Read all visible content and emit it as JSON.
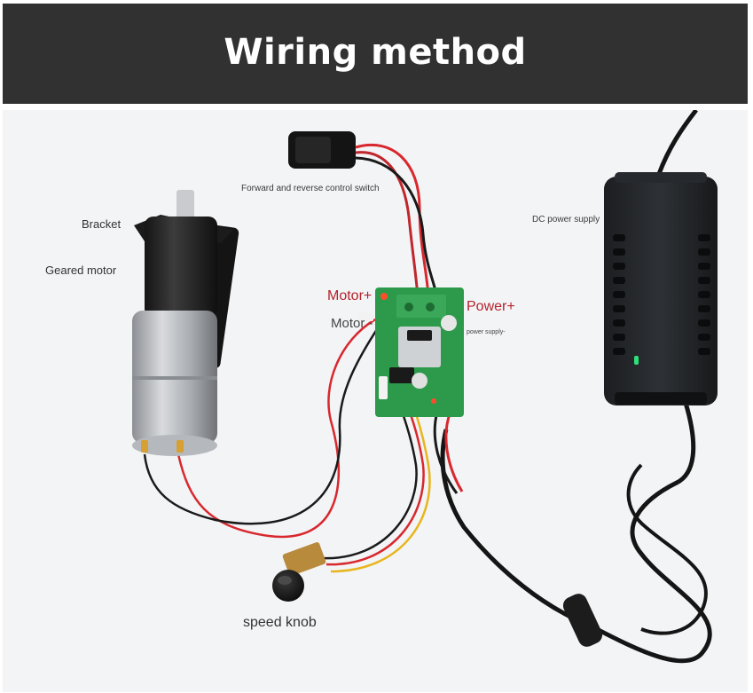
{
  "banner": {
    "title": "Wiring method"
  },
  "labels": {
    "switch": "Forward and reverse control switch",
    "bracket": "Bracket",
    "geared_motor": "Geared motor",
    "dc_power": "DC power supply",
    "motor_plus": "Motor+",
    "motor_minus": "Motor -",
    "power_plus": "Power+",
    "power_minus": "power supply-",
    "speed_knob": "speed knob"
  },
  "colors": {
    "banner_bg": "#313131",
    "label_red": "#b3232b",
    "wire_red": "#d8282e",
    "wire_black": "#1a1a1a",
    "wire_yellow": "#e8b51c",
    "pcb_green": "#2c9a4a"
  }
}
